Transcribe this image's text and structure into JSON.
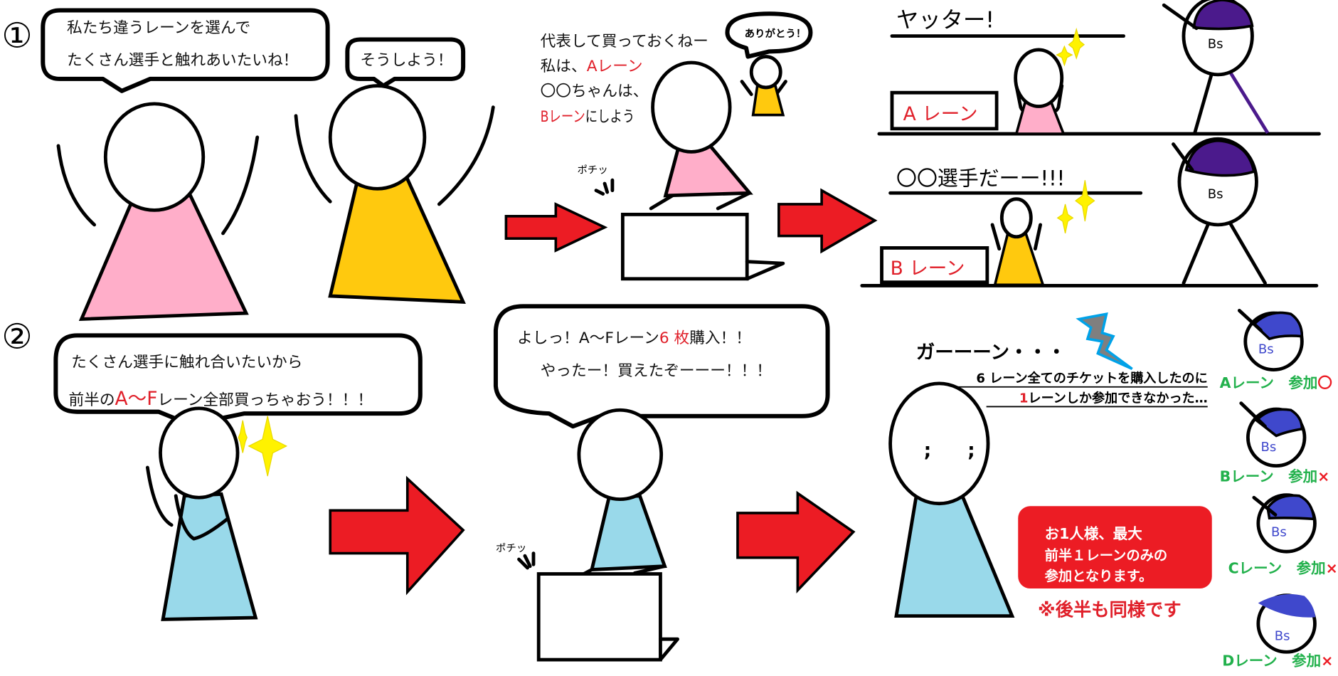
{
  "colors": {
    "pink": "#ffaec9",
    "yellow": "#ffc90e",
    "blue": "#99d9ea",
    "arrow_red": "#ec1c24",
    "cap_purple": "#4b1a8c",
    "cap_blue": "#3f48cc",
    "green": "#22b14c"
  },
  "panel1": {
    "number": "①",
    "bubble1": {
      "line1": "私たち違うレーンを選んで",
      "line2": "たくさん選手と触れあいたいね！"
    },
    "bubble2": "そうしよう！",
    "plan": {
      "line1": "代表して買っておくねー",
      "line2_a": "私は、",
      "line2_b": "Aレーン",
      "line3": "〇〇ちゃんは、",
      "line4_a": "Bレーン",
      "line4_b": "にしよう"
    },
    "thanks": "ありがとう！",
    "click": "ポチッ",
    "scene_a": {
      "shout": "ヤッター!",
      "lane": "A レーン",
      "cap": "Bs"
    },
    "scene_b": {
      "shout": "〇〇選手だーー!!!",
      "lane": "B レーン",
      "cap": "Bs"
    }
  },
  "panel2": {
    "number": "②",
    "bubble1": {
      "line1": "たくさん選手に触れ合いたいから",
      "line2_a": "前半の",
      "line2_b": "A〜F",
      "line2_c": "レーン全部買っちゃおう！！！"
    },
    "bubble2": {
      "line1_a": "よしっ！A〜Fレーン",
      "line1_b": "6 枚",
      "line1_c": "購入！！",
      "line2": "やったー！買えたぞーーー！！！"
    },
    "click": "ポチッ",
    "shock": "ガーーーン・・・",
    "regret": {
      "line1": "6 レーン全てのチケットを購入したのに",
      "line2_a": "1",
      "line2_b": "レーンしか参加できなかった…"
    },
    "notice": {
      "line1": "お1人様、最大",
      "line2": "前半１レーンのみの",
      "line3": "参加となります。"
    },
    "note": "※後半も同様です",
    "lanes": [
      {
        "label": "Aレーン　参加",
        "mark": "〇",
        "cap": "Bs"
      },
      {
        "label": "Bレーン　参加",
        "mark": "×",
        "cap": "Bs"
      },
      {
        "label": "Cレーン　参加",
        "mark": "×",
        "cap": "Bs"
      },
      {
        "label": "Dレーン　参加",
        "mark": "×",
        "cap": "Bs"
      }
    ]
  }
}
